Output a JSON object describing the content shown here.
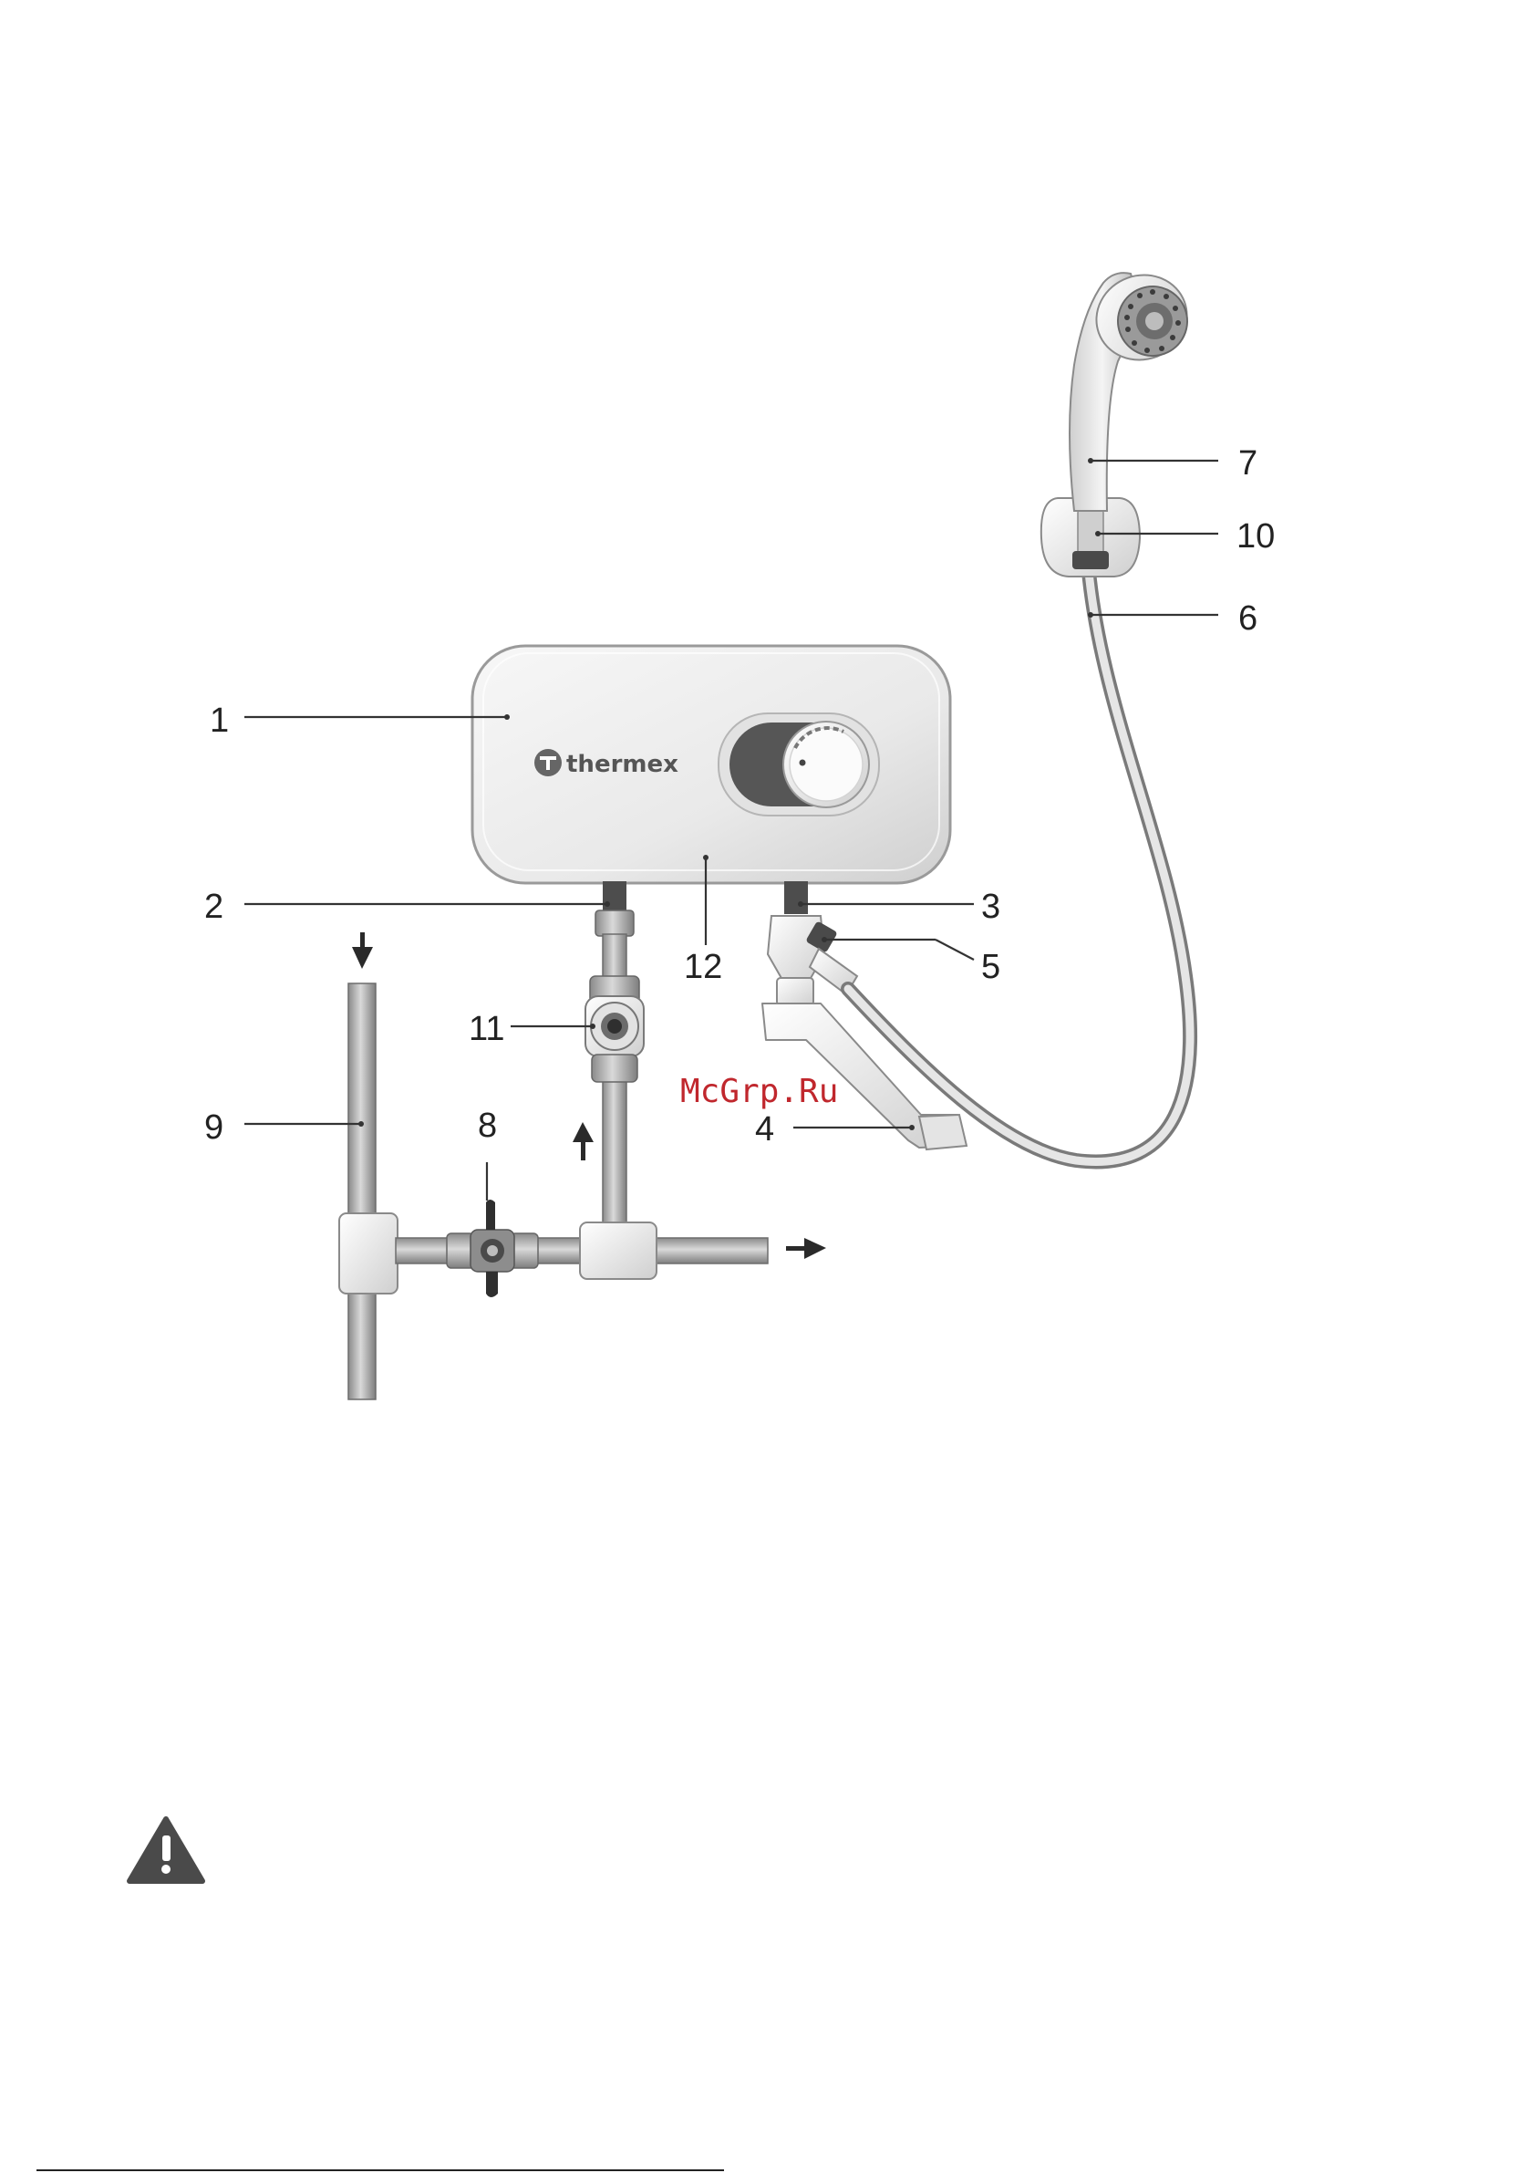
{
  "diagram": {
    "brand": "thermex",
    "watermark": "McGrp.Ru",
    "callouts": [
      {
        "id": "1",
        "label": "1"
      },
      {
        "id": "2",
        "label": "2"
      },
      {
        "id": "3",
        "label": "3"
      },
      {
        "id": "4",
        "label": "4"
      },
      {
        "id": "5",
        "label": "5"
      },
      {
        "id": "6",
        "label": "6"
      },
      {
        "id": "7",
        "label": "7"
      },
      {
        "id": "8",
        "label": "8"
      },
      {
        "id": "9",
        "label": "9"
      },
      {
        "id": "10",
        "label": "10"
      },
      {
        "id": "11",
        "label": "11"
      },
      {
        "id": "12",
        "label": "12"
      }
    ],
    "icons": [
      "warning-icon",
      "flow-arrow-down-icon",
      "flow-arrow-up-icon",
      "flow-arrow-right-icon"
    ],
    "colors": {
      "line": "#333333",
      "heater_body": "#ececec",
      "knob_dark": "#555555",
      "pipe": "#b8b8b8",
      "watermark": "#c0272d",
      "warning": "#4a4a4a"
    }
  }
}
